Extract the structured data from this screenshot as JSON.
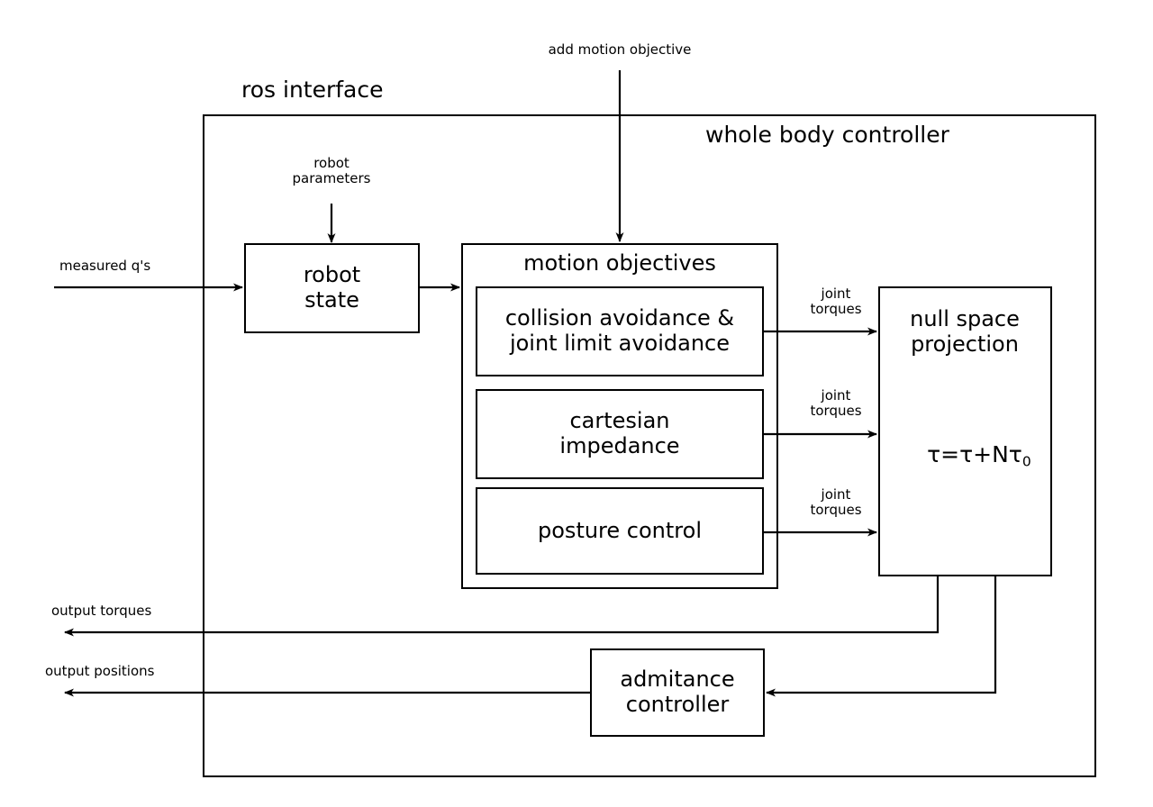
{
  "diagram": {
    "title": "whole body controller block diagram",
    "colors": {
      "stroke": "#000000",
      "background": "#ffffff",
      "text": "#000000"
    },
    "external_labels": {
      "add_motion_objective": "add motion objective",
      "ros_interface": "ros interface",
      "robot_parameters": "robot\nparameters",
      "measured_qs": "measured q's",
      "output_torques": "output torques",
      "output_positions": "output positions"
    },
    "containers": {
      "ros_interface": {
        "label": "ros interface"
      },
      "whole_body_controller": {
        "label": "whole body controller"
      }
    },
    "blocks": {
      "robot_state": {
        "label": "robot\nstate"
      },
      "motion_objectives": {
        "label": "motion objectives"
      },
      "collision_avoidance": {
        "label": "collision avoidance &\njoint limit avoidance"
      },
      "cartesian_impedance": {
        "label": "cartesian\nimpedance"
      },
      "posture_control": {
        "label": "posture control"
      },
      "null_space_projection": {
        "label": "null space\nprojection",
        "equation": "τ=τ+Nτ",
        "equation_subscript": "0"
      },
      "admitance_controller": {
        "label": "admitance\ncontroller"
      }
    },
    "edge_labels": {
      "joint_torques_1": "joint\ntorques",
      "joint_torques_2": "joint\ntorques",
      "joint_torques_3": "joint\ntorques"
    }
  }
}
